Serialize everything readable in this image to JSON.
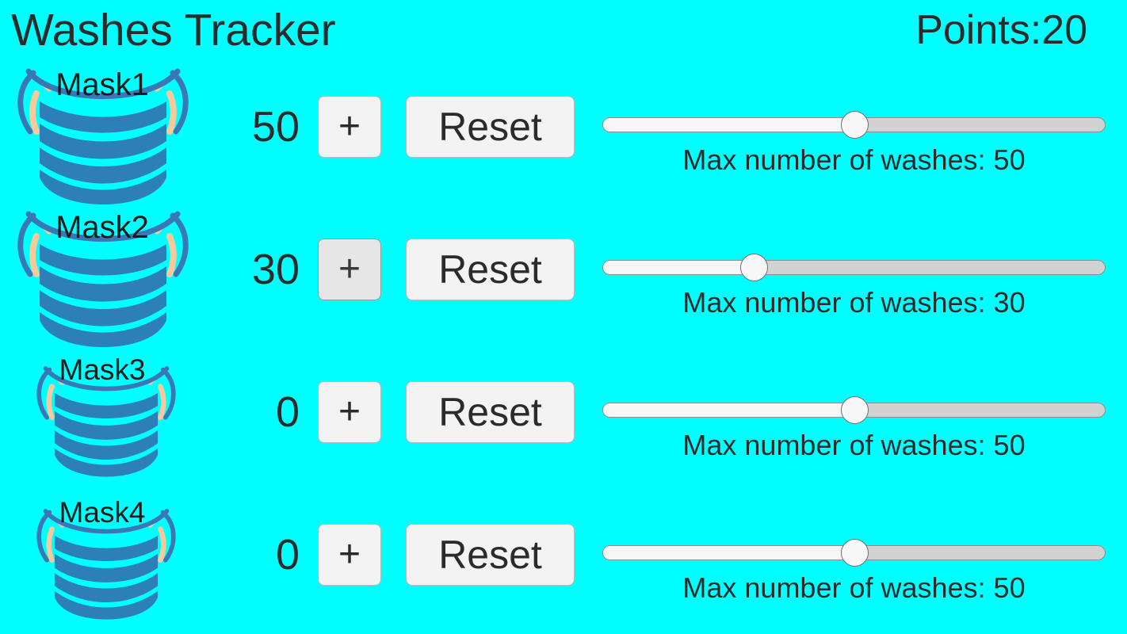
{
  "app": {
    "title": "Washes Tracker",
    "points_label": "Points:20",
    "points_value": 20,
    "background_color": "#00ffff",
    "text_color": "#2b2b2b"
  },
  "slider": {
    "min": 0,
    "max": 100,
    "fill_color": "#f6f6f6",
    "track_color": "#d2d2d2",
    "thumb_color": "#f7f7f7"
  },
  "buttons": {
    "increment_label": "+",
    "reset_label": "Reset",
    "face_color": "#f3f3f3",
    "face_color_dim": "#e6e6e6"
  },
  "mask_icon": {
    "body_color": "#2d7fb8",
    "outline_color": "#3a78b5",
    "pleat_gap_color": "#00ffff",
    "ear_loop_color": "#f8c99a"
  },
  "rows": [
    {
      "name": "Mask1",
      "count": "50",
      "increment_label": "+",
      "reset_label": "Reset",
      "plus_state": "normal",
      "icon_size": "wide",
      "slider_value": 50,
      "slider_caption": "Max number of washes: 50"
    },
    {
      "name": "Mask2",
      "count": "30",
      "increment_label": "+",
      "reset_label": "Reset",
      "plus_state": "dim",
      "icon_size": "wide",
      "slider_value": 30,
      "slider_caption": "Max number of washes: 30"
    },
    {
      "name": "Mask3",
      "count": "0",
      "increment_label": "+",
      "reset_label": "Reset",
      "plus_state": "normal",
      "icon_size": "narrow",
      "slider_value": 50,
      "slider_caption": "Max number of washes: 50"
    },
    {
      "name": "Mask4",
      "count": "0",
      "increment_label": "+",
      "reset_label": "Reset",
      "plus_state": "normal",
      "icon_size": "narrow",
      "slider_value": 50,
      "slider_caption": "Max number of washes: 50"
    }
  ]
}
